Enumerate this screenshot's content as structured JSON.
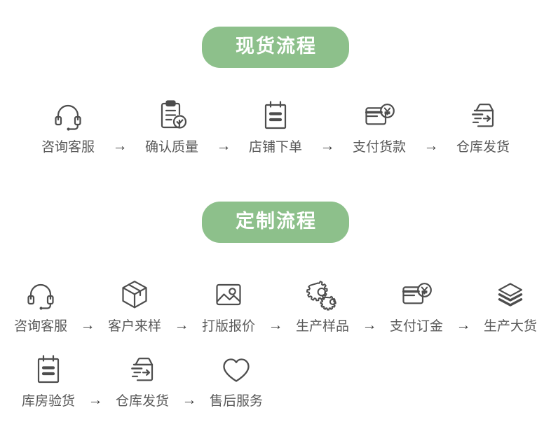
{
  "theme": {
    "badge_bg": "#8dc08b",
    "badge_text": "#ffffff",
    "label_color": "#595959",
    "icon_color": "#4d4d4d",
    "arrow_color": "#3d3d3d",
    "page_bg": "#ffffff"
  },
  "sections": [
    {
      "id": "spot",
      "title": "现货流程",
      "rows": [
        {
          "steps": [
            {
              "label": "咨询客服",
              "icon": "headset-icon"
            },
            {
              "label": "确认质量",
              "icon": "clipboard-check-icon"
            },
            {
              "label": "店铺下单",
              "icon": "notepad-order-icon"
            },
            {
              "label": "支付货款",
              "icon": "card-yuan-icon"
            },
            {
              "label": "仓库发货",
              "icon": "box-shipping-icon"
            }
          ],
          "separator": "→"
        }
      ]
    },
    {
      "id": "custom",
      "title": "定制流程",
      "rows": [
        {
          "steps": [
            {
              "label": "咨询客服",
              "icon": "headset-icon"
            },
            {
              "label": "客户来样",
              "icon": "package-box-icon"
            },
            {
              "label": "打版报价",
              "icon": "image-picture-icon"
            },
            {
              "label": "生产样品",
              "icon": "gears-icon"
            },
            {
              "label": "支付订金",
              "icon": "card-yuan-icon"
            },
            {
              "label": "生产大货",
              "icon": "layers-stack-icon"
            }
          ],
          "separator": "→"
        },
        {
          "steps": [
            {
              "label": "库房验货",
              "icon": "notepad-order-icon"
            },
            {
              "label": "仓库发货",
              "icon": "box-shipping-icon"
            },
            {
              "label": "售后服务",
              "icon": "heart-icon"
            }
          ],
          "separator": "→"
        }
      ]
    }
  ]
}
